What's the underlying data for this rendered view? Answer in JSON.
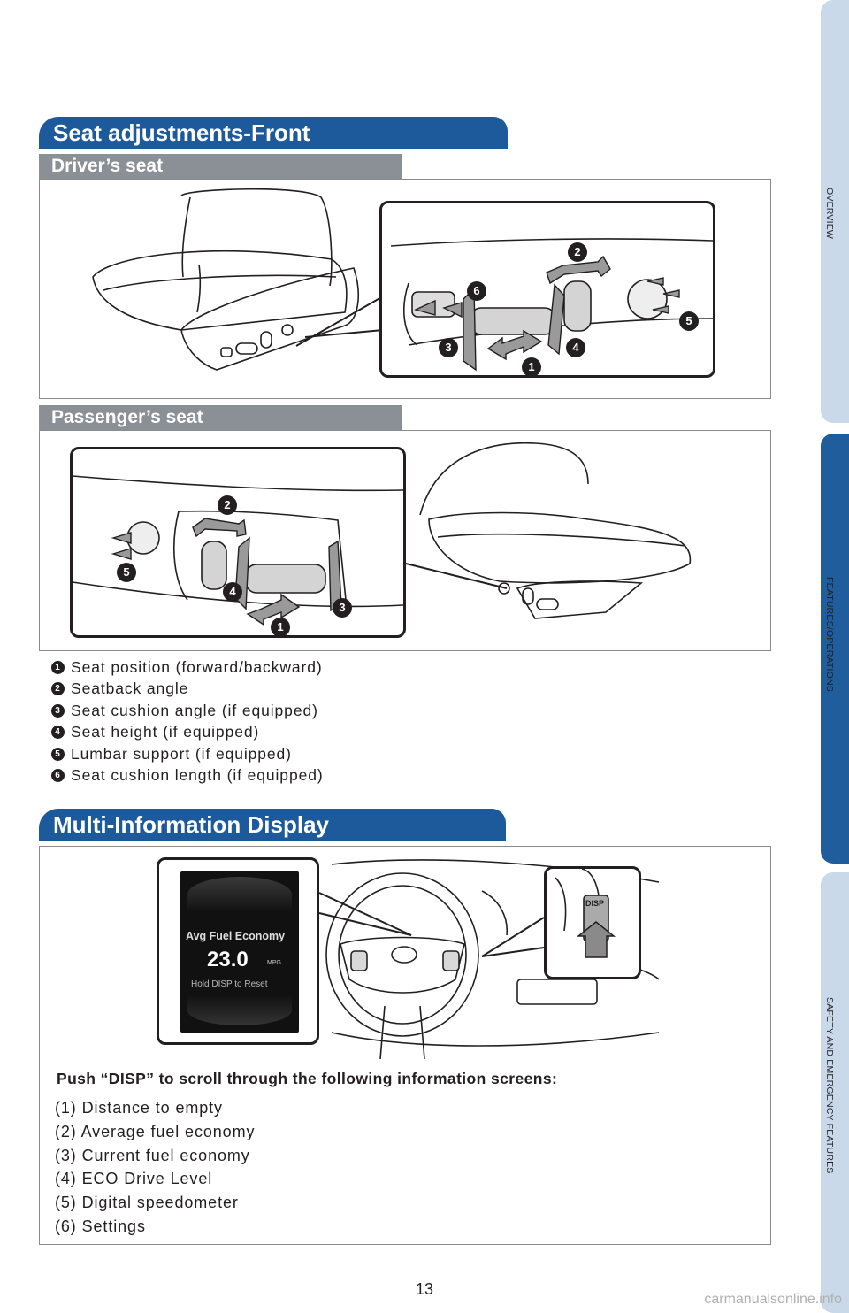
{
  "side_tabs": [
    {
      "label": "OVERVIEW",
      "active": false
    },
    {
      "label": "FEATURES/OPERATIONS",
      "active": true
    },
    {
      "label": "SAFETY AND EMERGENCY FEATURES",
      "active": false
    }
  ],
  "seat_section": {
    "title": "Seat adjustments-Front",
    "driver_label": "Driver’s seat",
    "passenger_label": "Passenger’s seat",
    "legend": [
      {
        "num": "1",
        "text": "Seat position (forward/backward)"
      },
      {
        "num": "2",
        "text": "Seatback angle"
      },
      {
        "num": "3",
        "text": "Seat cushion angle (if equipped)"
      },
      {
        "num": "4",
        "text": "Seat height (if equipped)"
      },
      {
        "num": "5",
        "text": "Lumbar support (if equipped)"
      },
      {
        "num": "6",
        "text": "Seat cushion length (if equipped)"
      }
    ]
  },
  "mid_section": {
    "title": "Multi-Information Display",
    "display": {
      "line1": "Avg Fuel Economy",
      "value": "23.0",
      "unit": "MPG",
      "line3": "Hold DISP to Reset"
    },
    "button_label": "DISP",
    "instruction": "Push “DISP” to scroll through the following information screens:",
    "screens": [
      "(1) Distance to empty",
      "(2) Average fuel economy",
      "(3) Current fuel economy",
      "(4) ECO Drive Level",
      "(5) Digital speedometer",
      "(6) Settings"
    ]
  },
  "page_number": "13",
  "watermark": "carmanualsonline.info",
  "colors": {
    "header_blue": "#1c5a9b",
    "tab_light": "#c9d9ea",
    "tab_active": "#1f5d9d",
    "sub_header_gray": "#8a9095"
  }
}
